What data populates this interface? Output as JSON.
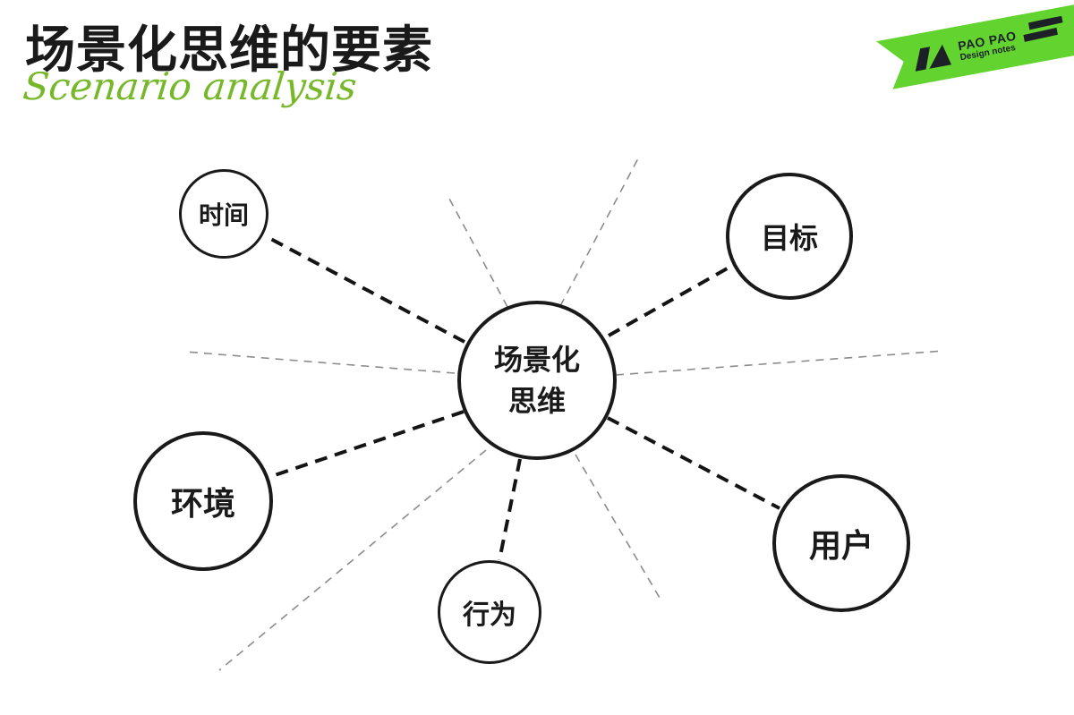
{
  "header": {
    "title": "场景化思维的要素",
    "subtitle": "Scenario analysis",
    "title_color": "#1a1a1a",
    "subtitle_color": "#76b82a"
  },
  "badge": {
    "brand": "PAO PAO",
    "tagline": "Design notes",
    "background_color": "#62d32f",
    "foreground_color": "#1d2127",
    "logo_icon": "paopao-mountains-icon"
  },
  "diagram": {
    "center_node": {
      "label_line1": "场景化",
      "label_line2": "思维"
    },
    "nodes": [
      {
        "id": "time",
        "label": "时间"
      },
      {
        "id": "goal",
        "label": "目标"
      },
      {
        "id": "environment",
        "label": "环境"
      },
      {
        "id": "behavior",
        "label": "行为"
      },
      {
        "id": "user",
        "label": "用户"
      }
    ],
    "style": {
      "connector_color": "#141414",
      "ray_color": "#8c8c8c",
      "node_border_color": "#1a1a1a",
      "node_fill_color": "#ffffff"
    }
  }
}
